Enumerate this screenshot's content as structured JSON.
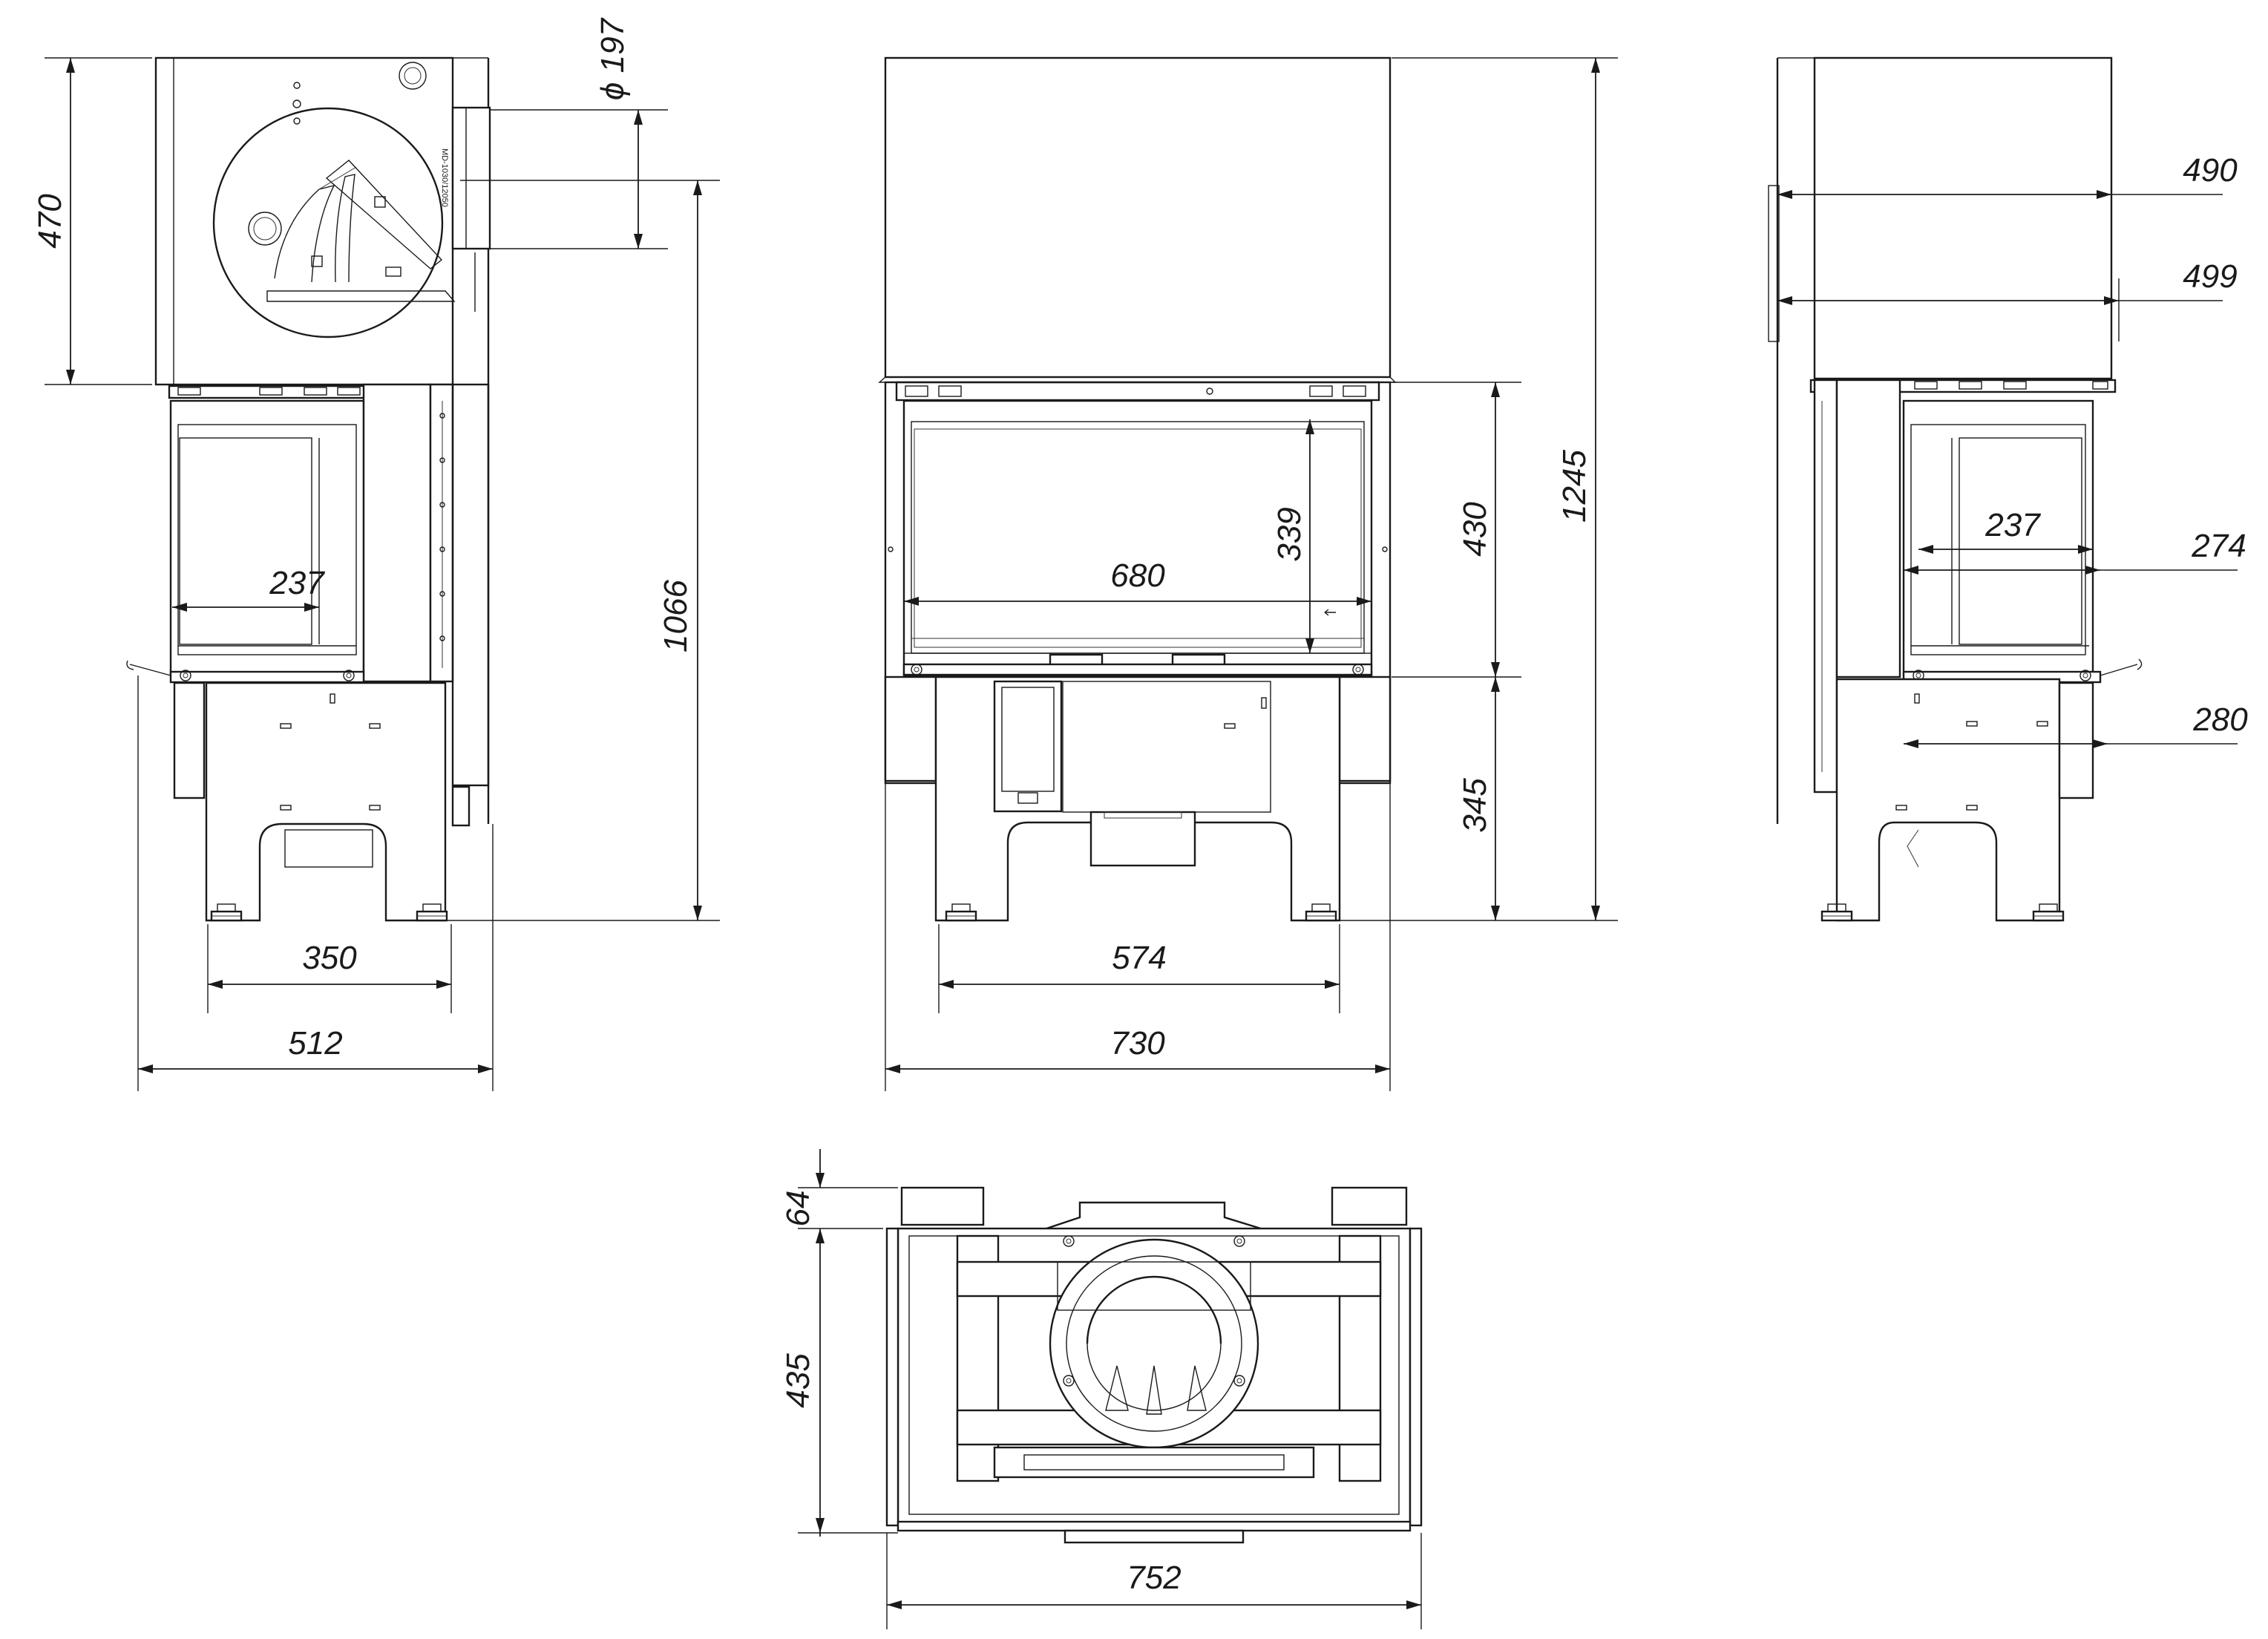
{
  "dimensions": {
    "left_view": {
      "height_top": "470",
      "flue_diameter": "ϕ 197",
      "firebox_width": "237",
      "total_height": "1066",
      "base_width": "350",
      "overall_width": "512",
      "stamp": "MD-1030/12050"
    },
    "front_view": {
      "glass_height": "339",
      "glass_width": "680",
      "door_height": "430",
      "total_height": "1245",
      "base_height": "345",
      "base_width": "574",
      "overall_width": "730"
    },
    "right_view": {
      "depth_top": "490",
      "depth_top_outer": "499",
      "firebox_width": "237",
      "firebox_width_outer": "274",
      "base_depth": "280"
    },
    "top_view": {
      "offset": "64",
      "depth": "435",
      "width": "752"
    }
  }
}
